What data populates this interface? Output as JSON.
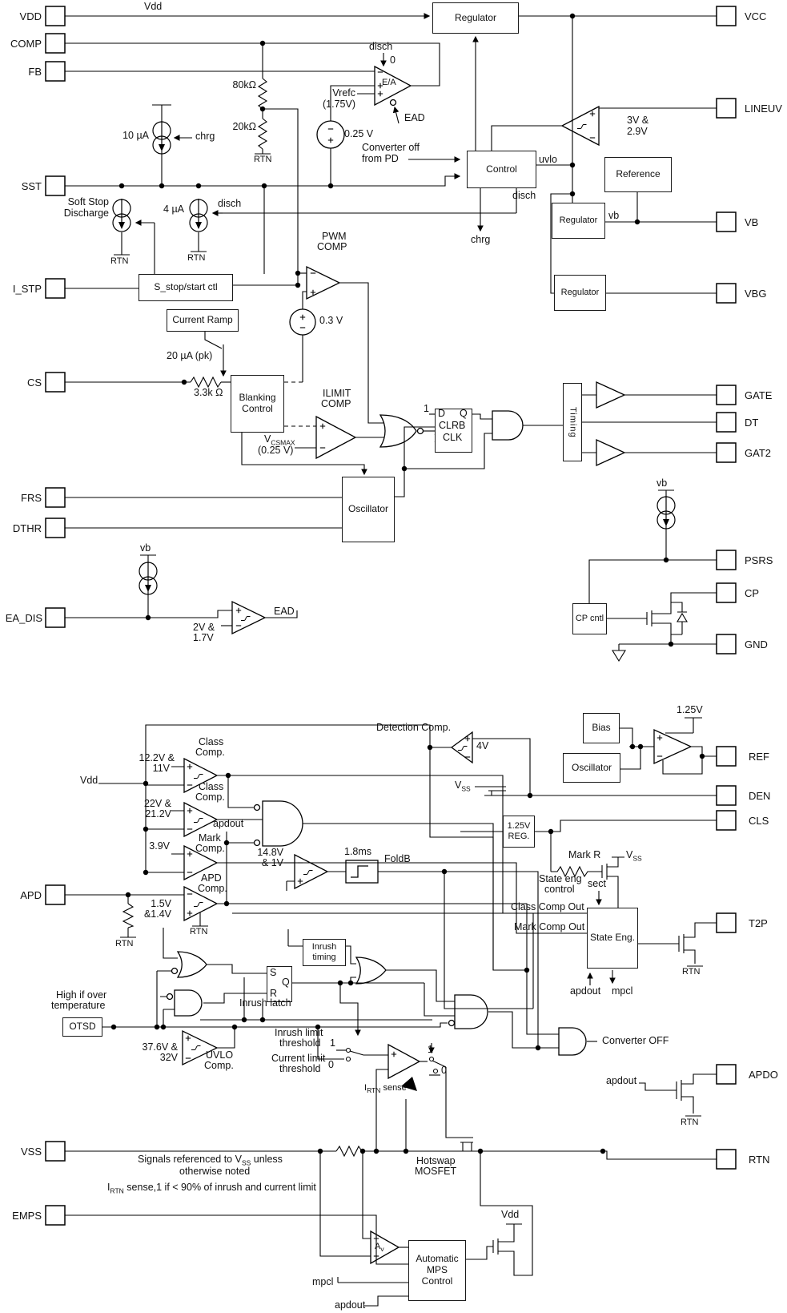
{
  "title": "PoE PD controller functional block diagram",
  "colors": {
    "line": "#000000",
    "background": "#ffffff",
    "text": "#111111"
  },
  "pins_left": [
    {
      "label": "VDD"
    },
    {
      "label": "COMP"
    },
    {
      "label": "FB"
    },
    {
      "label": "SST"
    },
    {
      "label": "I_STP"
    },
    {
      "label": "CS"
    },
    {
      "label": "FRS"
    },
    {
      "label": "DTHR"
    },
    {
      "label": "EA_DIS"
    },
    {
      "label": "APD"
    },
    {
      "label": "VSS"
    },
    {
      "label": "EMPS"
    }
  ],
  "pins_right": [
    {
      "label": "VCC"
    },
    {
      "label": "LINEUV"
    },
    {
      "label": "VB"
    },
    {
      "label": "VBG"
    },
    {
      "label": "GATE"
    },
    {
      "label": "DT"
    },
    {
      "label": "GAT2"
    },
    {
      "label": "PSRS"
    },
    {
      "label": "CP"
    },
    {
      "label": "GND"
    },
    {
      "label": "REF"
    },
    {
      "label": "DEN"
    },
    {
      "label": "CLS"
    },
    {
      "label": "T2P"
    },
    {
      "label": "APDO"
    },
    {
      "label": "RTN"
    }
  ],
  "blocks": {
    "regulator": "Regulator",
    "control": "Control",
    "reference": "Reference",
    "s_stop": "S_stop/start ctl",
    "current_ramp": "Current Ramp",
    "blanking": "Blanking Control",
    "oscillator": "Oscillator",
    "timing": "Timing",
    "cp_cntl": "CP cntl",
    "bias": "Bias",
    "reg_125": "1.25V REG.",
    "state_eng": "State Eng.",
    "inrush_timing": "Inrush timing",
    "otsd": "OTSD",
    "mps": "Automatic MPS Control",
    "ff": {
      "one": "1",
      "d": "D",
      "q": "Q",
      "name": "CLRB",
      "clk": "CLK"
    },
    "latch": {
      "s": "S",
      "r": "R",
      "q": "Q"
    }
  },
  "labels": {
    "vdd_rail": "Vdd",
    "disch": "disch",
    "chrg": "chrg",
    "uvlo": "uvlo",
    "zero": "0",
    "one": "1",
    "ea": "E/A",
    "ead": "EAD",
    "vrefc1": "Vrefc",
    "vrefc2": "(1.75V)",
    "r80k": "80kΩ",
    "r20k": "20kΩ",
    "rtn": "RTN",
    "v025": "0.25 V",
    "i10ua": "10 µA",
    "conv_off1": "Converter off",
    "conv_off2": "from PD",
    "v3": "3V &",
    "v29": "2.9V",
    "vb": "vb",
    "soft1": "Soft Stop",
    "soft2": "Discharge",
    "i4ua": "4 µA",
    "pwm1": "PWM",
    "pwm2": "COMP",
    "v03": "0.3 V",
    "i20ua": "20 µA (pk)",
    "r33k": "3.3k Ω",
    "ilimit1": "ILIMIT",
    "comp_word": "COMP",
    "vcsmax": {
      "pre": "V",
      "sub": "CSMAX"
    },
    "v025b": "(0.25 V)",
    "v2": "2V &",
    "v17": "1.7V",
    "det_comp": "Detection Comp.",
    "v4": "4V",
    "class_w": "Class",
    "compdot": "Comp.",
    "v122": "12.2V &",
    "v11": "11V",
    "v22": "22V &",
    "v212": "21.2V",
    "apdout": "apdout",
    "mark_w": "Mark",
    "v39": "3.9V",
    "v148": "14.8V",
    "v1": "& 1V",
    "ms18": "1.8ms",
    "foldb": "FoldB",
    "apd_w": "APD",
    "v15": "1.5V",
    "v14": "&1.4V",
    "vss": {
      "pre": "V",
      "sub": "SS"
    },
    "v125": "1.25V",
    "mark_r": "Mark R",
    "state_eng1": "State eng",
    "state_eng2": "control",
    "sect": "sect",
    "class_out": "Class Comp Out",
    "mark_out": "Mark Comp Out",
    "mpcl": "mpcl",
    "inrush_latch": "Inrush latch",
    "high1": "High if over",
    "high2": "temperature",
    "v376": "37.6V &",
    "v32": "32V",
    "uvlo_c": "UVLO",
    "inrush_lim": "Inrush limit",
    "threshold": "threshold",
    "cur_lim": "Current limit",
    "irtn_sense": {
      "pre": "I",
      "sub": "RTN",
      "post": " sense"
    },
    "converter_off": "Converter OFF",
    "note1": {
      "pre": "Signals referenced to V",
      "sub": "SS",
      "post": " unless"
    },
    "note1b": "otherwise noted",
    "note2": {
      "pre": "I",
      "sub": "RTN",
      "post": " sense,1 if < 90% of inrush and current limit"
    },
    "hotswap1": "Hotswap",
    "hotswap2": "MOSFET",
    "av": {
      "pre": "A",
      "sub": "v"
    }
  }
}
